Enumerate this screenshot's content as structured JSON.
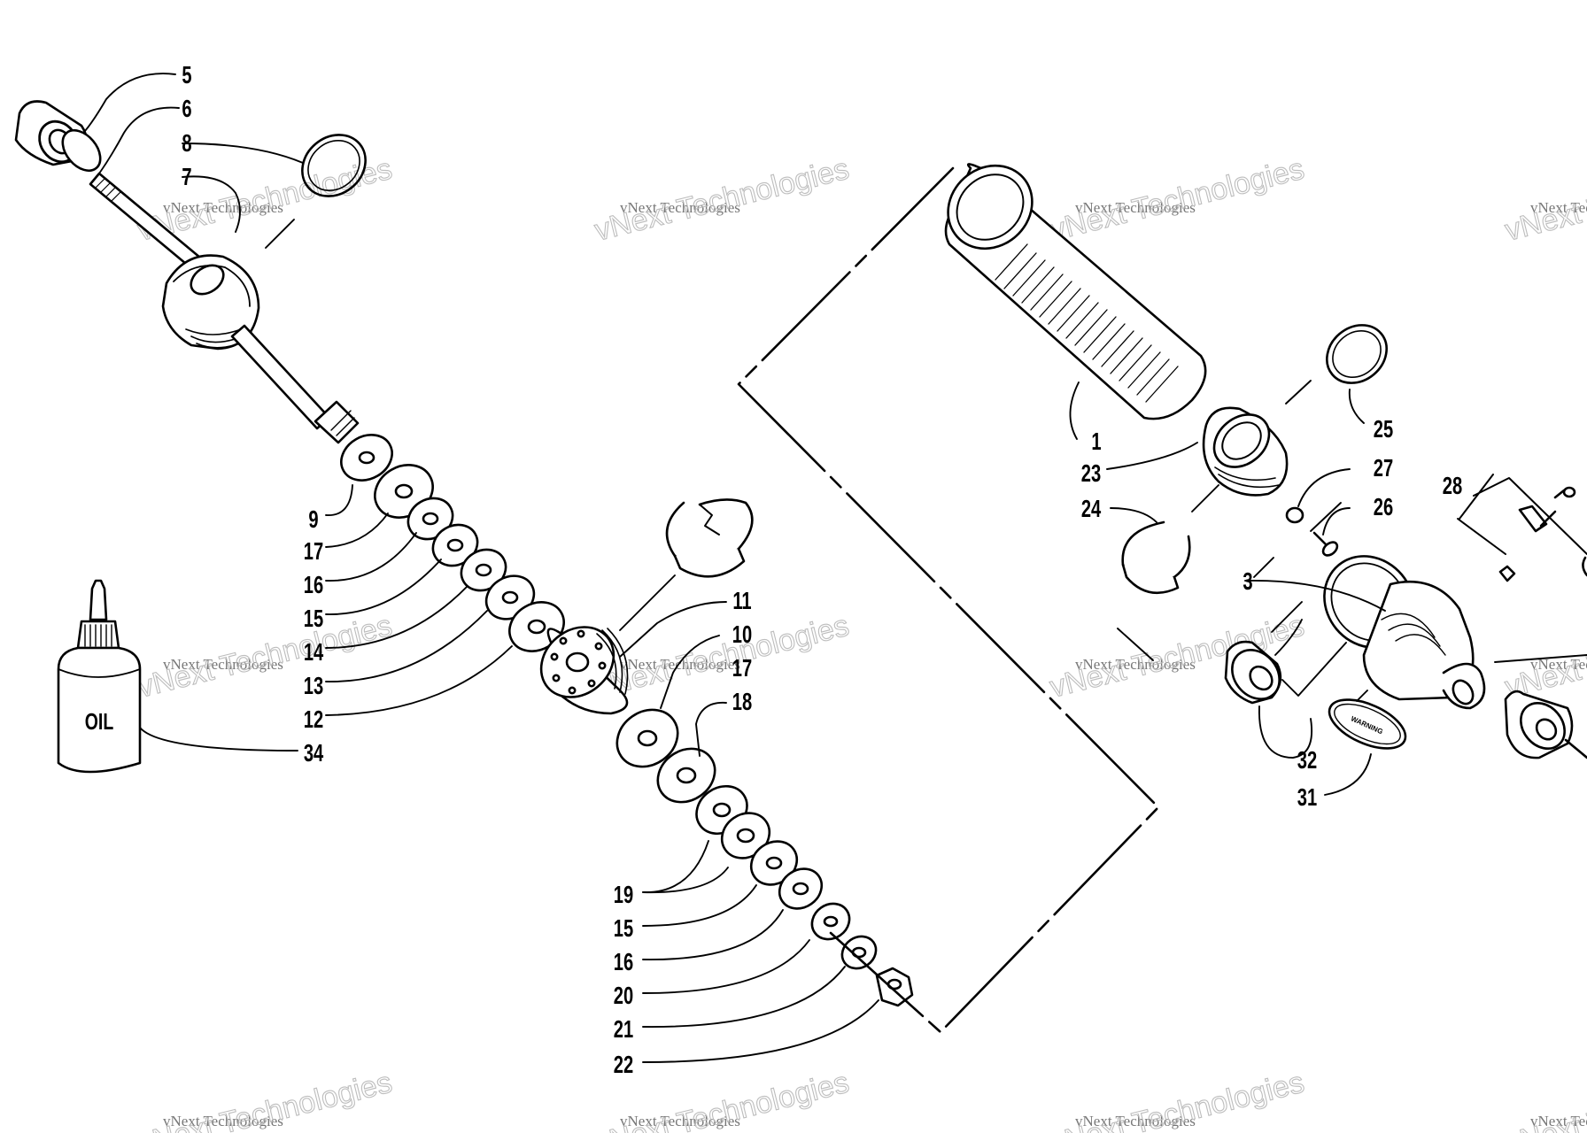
{
  "diagram": {
    "watermark_small": "vNext Technologies",
    "watermark_large": "vNext Technologies",
    "oil_label": "OIL",
    "warning_label": "WARNING",
    "callouts": [
      {
        "id": "c5",
        "text": "5"
      },
      {
        "id": "c6",
        "text": "6"
      },
      {
        "id": "c8",
        "text": "8"
      },
      {
        "id": "c7",
        "text": "7"
      },
      {
        "id": "c9",
        "text": "9"
      },
      {
        "id": "c17a",
        "text": "17"
      },
      {
        "id": "c16a",
        "text": "16"
      },
      {
        "id": "c15a",
        "text": "15"
      },
      {
        "id": "c14",
        "text": "14"
      },
      {
        "id": "c13",
        "text": "13"
      },
      {
        "id": "c12",
        "text": "12"
      },
      {
        "id": "c34",
        "text": "34"
      },
      {
        "id": "c11",
        "text": "11"
      },
      {
        "id": "c10",
        "text": "10"
      },
      {
        "id": "c17b",
        "text": "17"
      },
      {
        "id": "c18",
        "text": "18"
      },
      {
        "id": "c19",
        "text": "19"
      },
      {
        "id": "c15b",
        "text": "15"
      },
      {
        "id": "c16b",
        "text": "16"
      },
      {
        "id": "c20",
        "text": "20"
      },
      {
        "id": "c21",
        "text": "21"
      },
      {
        "id": "c22",
        "text": "22"
      },
      {
        "id": "c1",
        "text": "1"
      },
      {
        "id": "c23",
        "text": "23"
      },
      {
        "id": "c24",
        "text": "24"
      },
      {
        "id": "c25",
        "text": "25"
      },
      {
        "id": "c27",
        "text": "27"
      },
      {
        "id": "c26",
        "text": "26"
      },
      {
        "id": "c28",
        "text": "28"
      },
      {
        "id": "c3",
        "text": "3"
      },
      {
        "id": "c32",
        "text": "32"
      },
      {
        "id": "c31",
        "text": "31"
      }
    ]
  }
}
